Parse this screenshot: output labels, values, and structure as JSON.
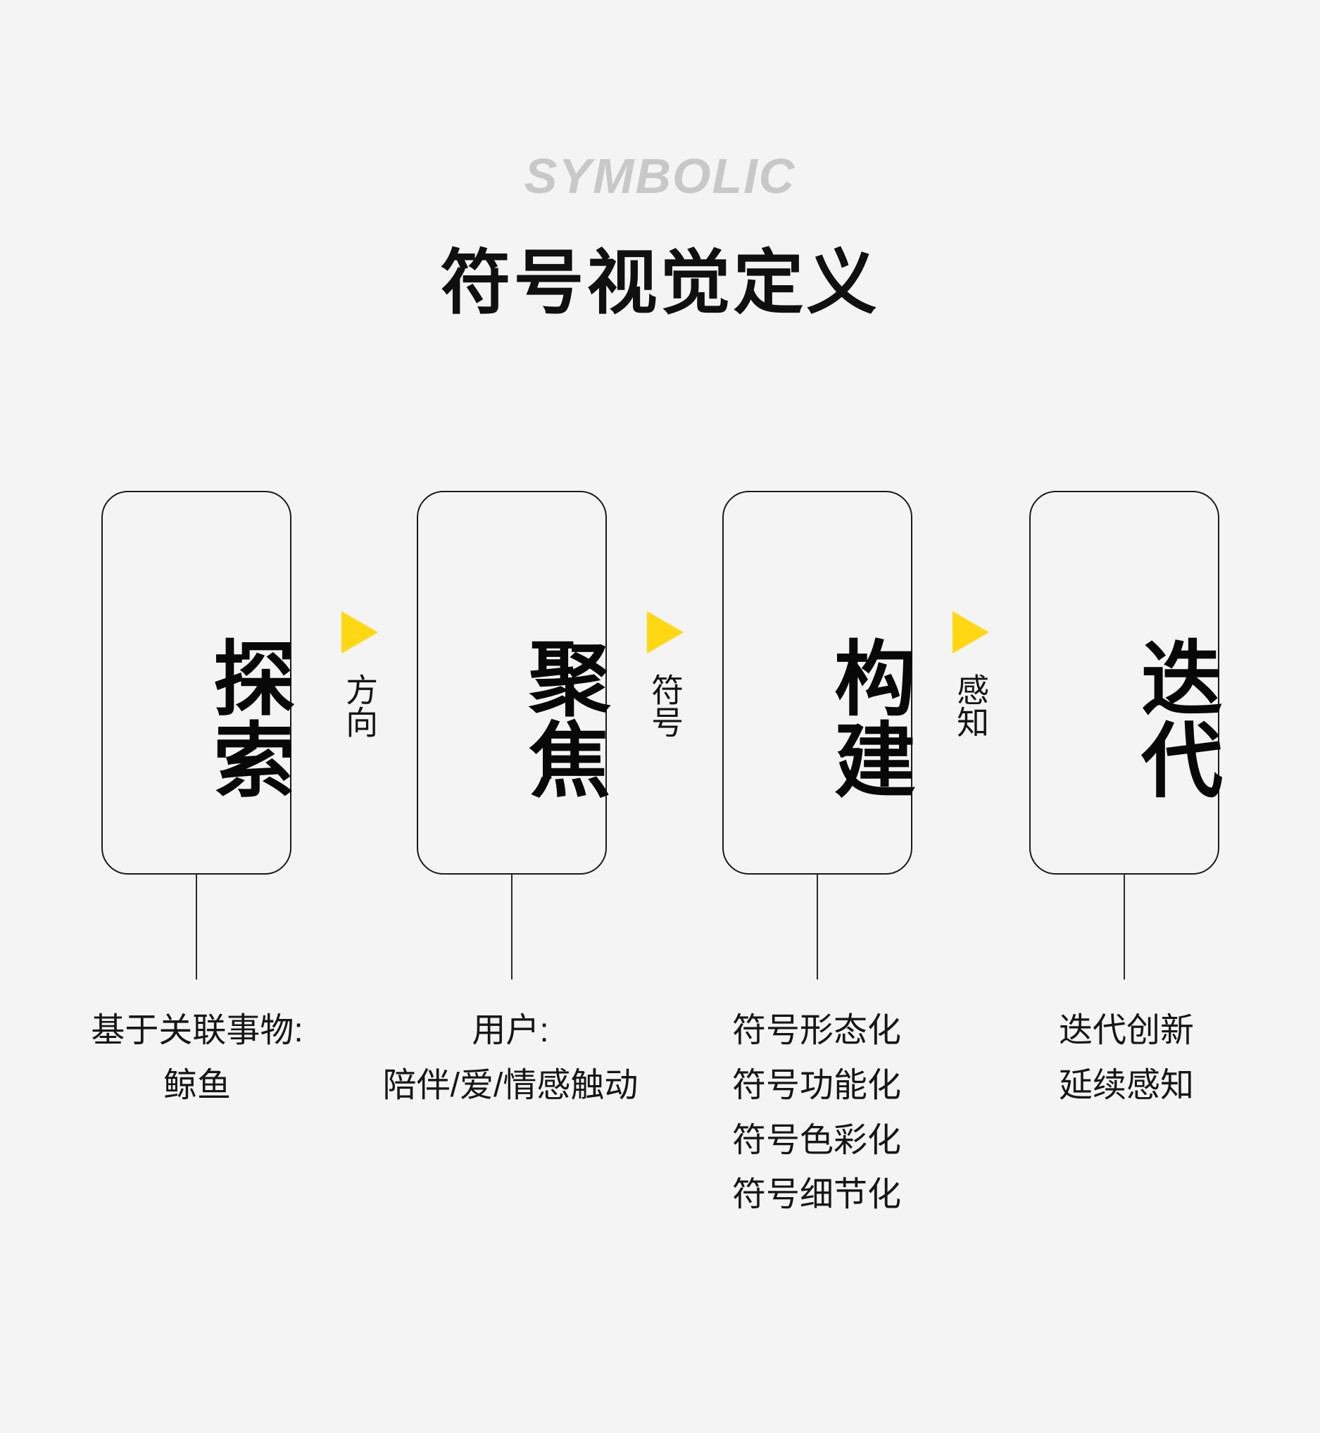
{
  "header": {
    "eyebrow": "SYMBOLIC",
    "title": "符号视觉定义"
  },
  "colors": {
    "background": "#f4f4f4",
    "accent_yellow": "#FFD813",
    "box_border": "#1a1a1a",
    "eyebrow_gray": "#c8c8c8",
    "text": "#101010"
  },
  "stages": [
    {
      "label": "探索",
      "descriptions": [
        "基于关联事物:",
        "鲸鱼"
      ]
    },
    {
      "label": "聚焦",
      "descriptions": [
        "用户:",
        "陪伴/爱/情感触动"
      ]
    },
    {
      "label": "构建",
      "descriptions": [
        "符号形态化",
        "符号功能化",
        "符号色彩化",
        "符号细节化"
      ]
    },
    {
      "label": "迭代",
      "descriptions": [
        "迭代创新",
        "延续感知"
      ]
    }
  ],
  "connectors": [
    {
      "icon": "play-triangle-icon",
      "label": "方向"
    },
    {
      "icon": "play-triangle-icon",
      "label": "符号"
    },
    {
      "icon": "play-triangle-icon",
      "label": "感知"
    }
  ]
}
